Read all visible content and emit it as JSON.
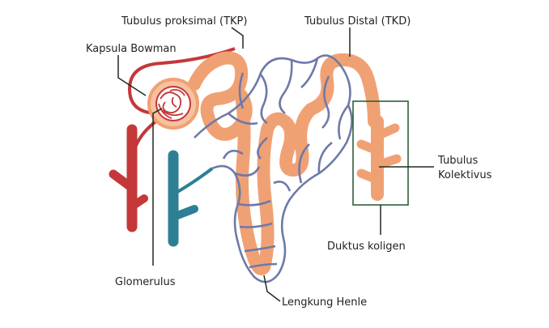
{
  "labels": {
    "tkp": "Tubulus proksimal (TKP)",
    "tkd": "Tubulus Distal (TKD)",
    "bowman": "Kapsula Bowman",
    "kolektivus_1": "Tubulus",
    "kolektivus_2": "Kolektivus",
    "duktus": "Duktus koligen",
    "glomerulus": "Glomerulus",
    "henle": "Lengkung Henle"
  },
  "colors": {
    "tubule": "#f0a173",
    "tubule_light": "#f6c2a1",
    "artery": "#c4383a",
    "vein": "#2e7f94",
    "capillary": "#6e79a8",
    "leader": "#1f2a1f",
    "box": "#2f5f3a"
  }
}
